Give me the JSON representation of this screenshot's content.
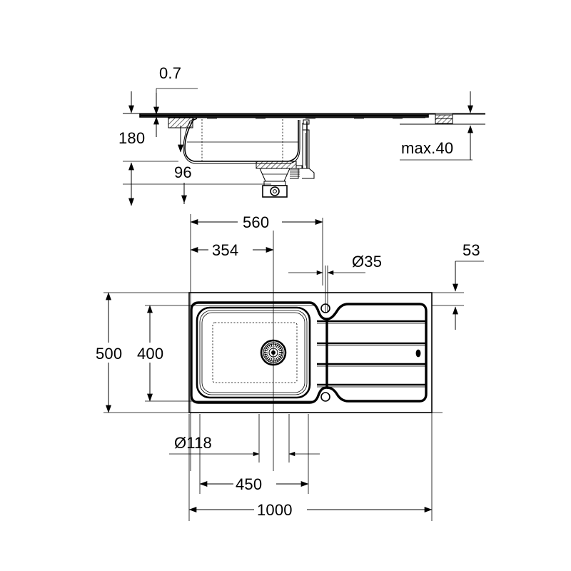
{
  "drawing": {
    "title": "Kitchen sink installation drawing",
    "units": "mm",
    "line_color": "#000000",
    "background_color": "#ffffff"
  },
  "section_view": {
    "name": "cross-section-view",
    "dimensions": {
      "rim_thickness": "0.7",
      "bowl_depth": "180",
      "waste_height": "96",
      "worktop_max": "max.40"
    }
  },
  "plan_view": {
    "name": "top-plan-view",
    "dimensions": {
      "bowl_to_center": "560",
      "bowl_width_inner": "354",
      "tap_hole_dia": "Ø35",
      "rim_edge": "53",
      "overall_depth": "500",
      "bowl_depth_plan": "400",
      "waste_hole_dia": "Ø118",
      "bowl_offset": "450",
      "overall_width": "1000"
    }
  },
  "chart_data": {
    "type": "table",
    "title": "Sink dimensions (mm)",
    "categories": [
      "rim_thickness",
      "bowl_depth",
      "waste_height",
      "worktop_max",
      "bowl_to_center",
      "bowl_width_inner",
      "tap_hole_dia",
      "rim_edge",
      "overall_depth",
      "bowl_depth_plan",
      "waste_hole_dia",
      "bowl_offset",
      "overall_width"
    ],
    "values": [
      0.7,
      180,
      96,
      40,
      560,
      354,
      35,
      53,
      500,
      400,
      118,
      450,
      1000
    ],
    "labels": [
      "0.7",
      "180",
      "96",
      "max.40",
      "560",
      "354",
      "Ø35",
      "53",
      "500",
      "400",
      "Ø118",
      "450",
      "1000"
    ],
    "xlabel": "",
    "ylabel": "",
    "grid": false
  }
}
